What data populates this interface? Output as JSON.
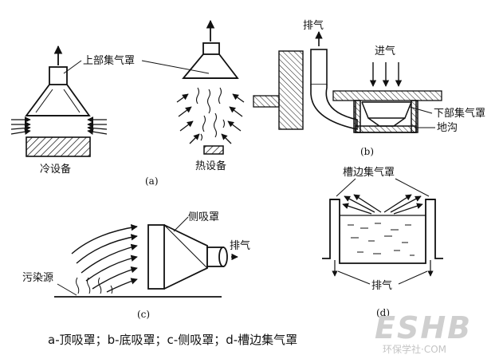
{
  "labels": {
    "a_hood": "上部集气罩",
    "a_cold": "冷设备",
    "a_hot": "热设备",
    "a_tag": "(a)",
    "b_exhaust": "排气",
    "b_intake": "进气",
    "b_hood": "下部集气罩",
    "b_trench": "地沟",
    "b_tag": "(b)",
    "c_side_hood": "侧吸罩",
    "c_exhaust": "排气",
    "c_source": "污染源",
    "c_tag": "(c)",
    "d_hood": "槽边集气罩",
    "d_exhaust": "排气",
    "d_tag": "(d)"
  },
  "caption": "a-顶吸罩；b-底吸罩；c-侧吸罩；d-槽边集气罩",
  "watermark": {
    "logo": "ESHB",
    "subtitle": "环保学社·COM"
  }
}
